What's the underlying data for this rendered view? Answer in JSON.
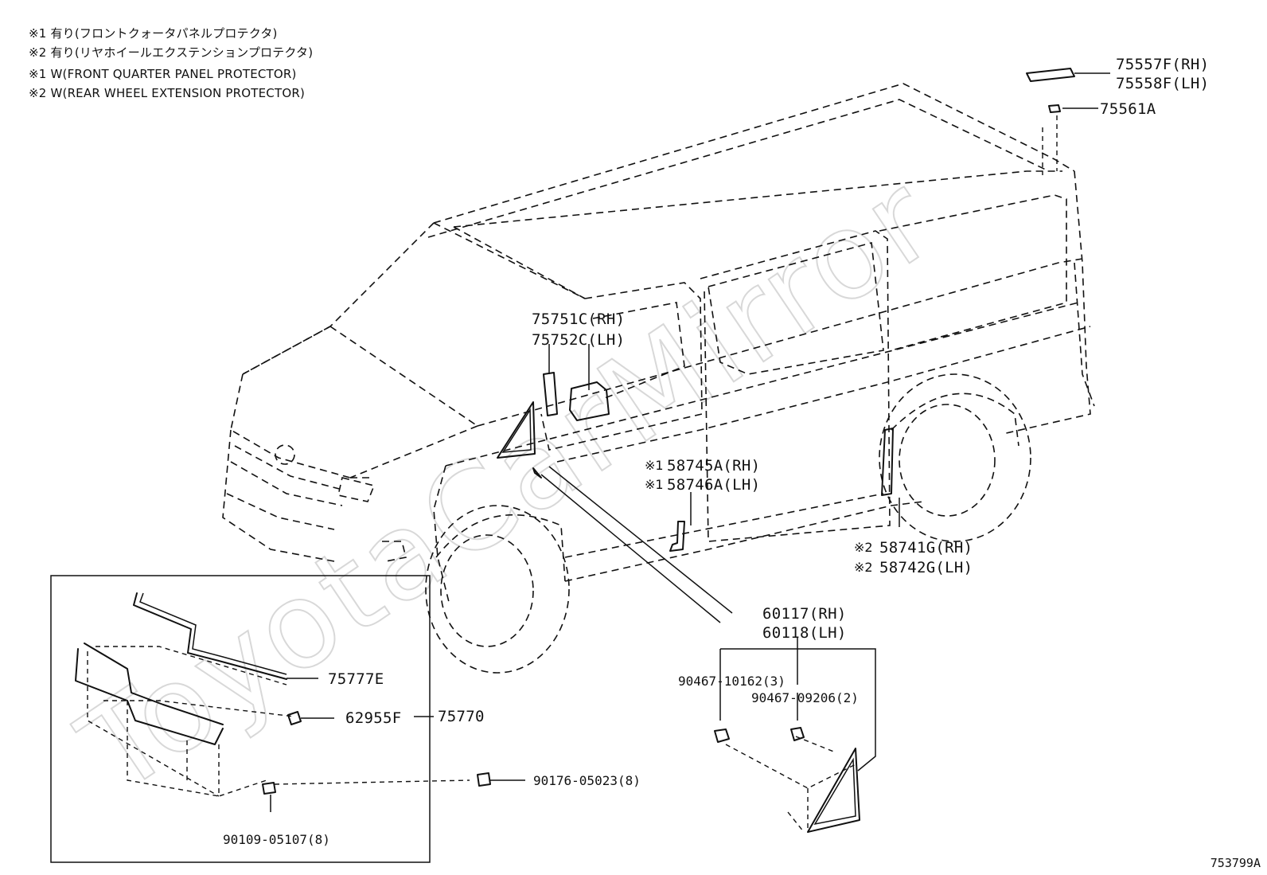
{
  "notes": [
    "※1 有り(フロントクォータパネルプロテクタ)",
    "※2 有り(リヤホイールエクステンションプロテクタ)",
    "※1 W(FRONT QUARTER PANEL PROTECTOR)",
    "※2 W(REAR WHEEL EXTENSION PROTECTOR)"
  ],
  "watermark": "ToyotaCarMirror",
  "callouts": {
    "p75557F": "75557F(RH)",
    "p75558F": "75558F(LH)",
    "p75561A": "75561A",
    "p75751C": "75751C(RH)",
    "p75752C": "75752C(LH)",
    "p58745A": "58745A(RH)",
    "p58746A": "58746A(LH)",
    "p58741G": "58741G(RH)",
    "p58742G": "58742G(LH)",
    "p60117": "60117(RH)",
    "p60118": "60118(LH)",
    "p90467_10162": "90467-10162(3)",
    "p90467_09206": "90467-09206(2)",
    "p75777E": "75777E",
    "p62955F": "62955F",
    "p75770": "75770",
    "p90176": "90176-05023(8)",
    "p90109": "90109-05107(8)"
  },
  "marks": {
    "m1": "※1",
    "m2": "※2"
  },
  "figure_id": "753799A"
}
